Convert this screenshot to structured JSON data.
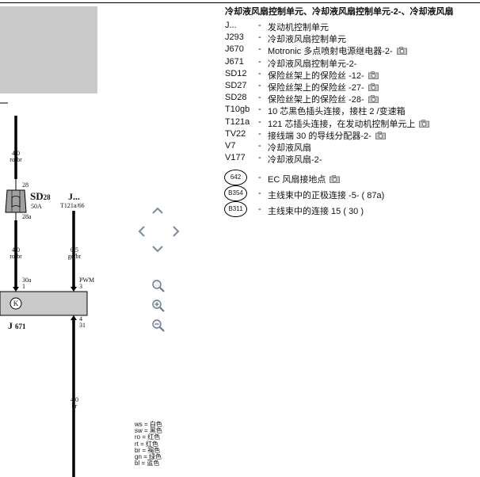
{
  "legend": {
    "title": "冷却液风扇控制单元、冷却液风扇控制单元-2-、冷却液风扇",
    "rows": [
      {
        "code": "J...",
        "desc": "发动机控制单元",
        "camera": false
      },
      {
        "code": "J293",
        "desc": "冷却液风扇控制单元",
        "camera": false
      },
      {
        "code": "J670",
        "desc": "Motronic 多点喷射电源继电器-2-",
        "camera": true
      },
      {
        "code": "J671",
        "desc": "冷却液风扇控制单元-2-",
        "camera": false
      },
      {
        "code": "SD12",
        "desc": "保险丝架上的保险丝 -12-",
        "camera": true
      },
      {
        "code": "SD27",
        "desc": "保险丝架上的保险丝 -27-",
        "camera": true
      },
      {
        "code": "SD28",
        "desc": "保险丝架上的保险丝 -28-",
        "camera": true
      },
      {
        "code": "T10gb",
        "desc": "10 芯黑色插头连接，接柱 2 /变速箱",
        "camera": false
      },
      {
        "code": "T121a",
        "desc": "121 芯插头连接，在发动机控制单元上",
        "camera": true
      },
      {
        "code": "TV22",
        "desc": "接线端 30 的导线分配器-2-",
        "camera": true
      },
      {
        "code": "V7",
        "desc": "冷却液风扇",
        "camera": false
      },
      {
        "code": "V177",
        "desc": "冷却液风扇-2-",
        "camera": false
      }
    ],
    "circle_rows": [
      {
        "code": "642",
        "desc": "EC 风扇接地点",
        "camera": true
      },
      {
        "code": "B354",
        "desc": "主线束中的正极连接 -5- ( 87a)",
        "camera": false
      },
      {
        "code": "B311",
        "desc": "主线束中的连接 15 ( 30 )",
        "camera": false
      }
    ]
  },
  "diagram": {
    "wire1_size": "4,0",
    "wire1_color": "ro/br",
    "fuse_pin_top": "28",
    "fuse_pin_bottom": "28a",
    "fuse_name": "SD",
    "fuse_num": "28",
    "fuse_rating": "50A",
    "ecu_label": "J...",
    "ecu_connector": "T121a/66",
    "wire2_size": "4,0",
    "wire2_color": "ro/br",
    "wire3_size": "0,5",
    "wire3_color": "ge/br",
    "pin_30a": "30a",
    "pin_1": "1",
    "pwm_label": "PWM",
    "pin_3": "3",
    "ctrl_symbol": "K",
    "ctrl_name": "J",
    "ctrl_num": "671",
    "pin_4": "4",
    "pin_31": "31",
    "wire4_size": "4,0",
    "wire4_color": "br"
  },
  "colorkey": [
    "ws = 白色",
    "sw = 黑色",
    "ro = 红色",
    "rt  = 红色",
    "br  = 褐色",
    "gn = 绿色",
    "bl  = 蓝色"
  ],
  "icons": {
    "nav": [
      "chevron-up-icon",
      "chevron-left-icon",
      "chevron-right-icon",
      "chevron-down-icon"
    ],
    "zoom": [
      "zoom-fit-icon",
      "zoom-in-icon",
      "zoom-out-icon"
    ],
    "camera": "camera-icon"
  },
  "colors": {
    "wire": "#000000",
    "fuse_fill": "#a0a0a0",
    "ctrl_fill": "#c9c9c9",
    "nav": "#7a8a9c"
  }
}
